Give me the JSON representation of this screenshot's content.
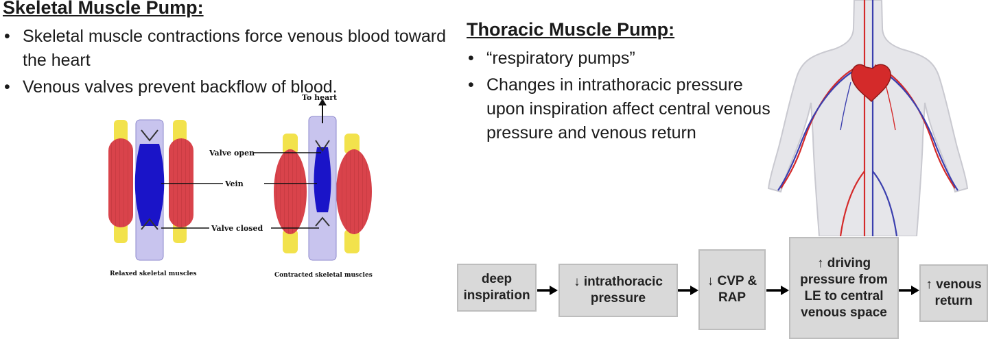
{
  "left": {
    "title": "Skeletal Muscle Pump:",
    "bullets": [
      "Skeletal muscle contractions force venous blood toward the heart",
      "Venous valves prevent backflow of blood."
    ],
    "figure": {
      "to_heart": "To heart",
      "valve_open": "Valve open",
      "vein": "Vein",
      "valve_closed": "Valve closed",
      "caption_relaxed": "Relaxed skeletal muscles",
      "caption_contracted": "Contracted skeletal muscles"
    }
  },
  "right": {
    "title": "Thoracic Muscle Pump:",
    "bullets": [
      "“respiratory pumps”",
      "Changes in intrathoracic pressure upon inspiration affect central venous pressure and venous return"
    ]
  },
  "flow": {
    "boxes": [
      "deep inspiration",
      "↓ intrathoracic pressure",
      "↓ CVP & RAP",
      "↑ driving pressure from LE to central venous space",
      "↑ venous return"
    ]
  },
  "colors": {
    "muscle": "#d9434b",
    "tendon": "#f2e24c",
    "vein": "#1a14c8",
    "vessel_wall": "#c8c4ee",
    "artery": "#d42a2a",
    "box_fill": "#d9d9d9"
  }
}
